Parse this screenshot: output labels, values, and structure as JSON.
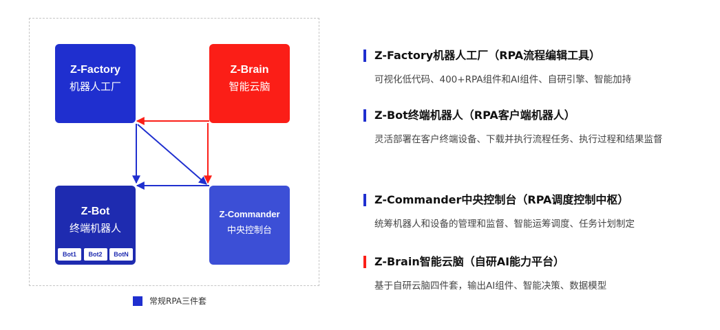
{
  "diagram": {
    "factory": {
      "name": "Z-Factory",
      "sub": "机器人工厂",
      "color": "#1f2fcf"
    },
    "brain": {
      "name": "Z-Brain",
      "sub": "智能云脑",
      "color": "#fb1e17"
    },
    "bot": {
      "name": "Z-Bot",
      "sub": "终端机器人",
      "color": "#1e2bb0",
      "bots": [
        "Bot1",
        "Bot2",
        "BotN"
      ]
    },
    "commander": {
      "name": "Z-Commander",
      "sub": "中央控制台",
      "color": "#3c4fd6"
    },
    "legend": {
      "label": "常规RPA三件套",
      "color": "#1f2fcf"
    },
    "arrow_colors": {
      "blue": "#1f2fcf",
      "red": "#fb1e17"
    }
  },
  "items": [
    {
      "title": "Z-Factory机器人工厂（RPA流程编辑工具）",
      "desc": "可视化低代码、400+RPA组件和AI组件、自研引擎、智能加持",
      "color": "#1f2fcf"
    },
    {
      "title": "Z-Bot终端机器人（RPA客户端机器人）",
      "desc": "灵活部署在客户终端设备、下载并执行流程任务、执行过程和结果监督",
      "color": "#1f2fcf"
    },
    {
      "title": "Z-Commander中央控制台（RPA调度控制中枢）",
      "desc": "统筹机器人和设备的管理和监督、智能运筹调度、任务计划制定",
      "color": "#1f2fcf"
    },
    {
      "title": "Z-Brain智能云脑（自研AI能力平台）",
      "desc": "基于自研云脑四件套，输出AI组件、智能决策、数据模型",
      "color": "#fb1e17"
    }
  ]
}
